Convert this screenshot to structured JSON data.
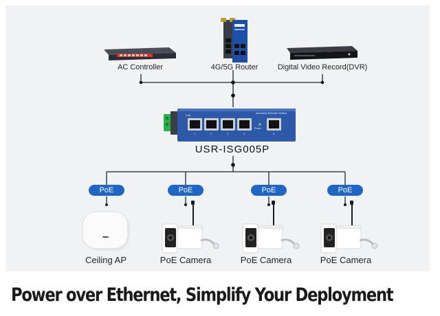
{
  "devices_top": [
    {
      "id": "ac-controller",
      "label": "AC Controller"
    },
    {
      "id": "router",
      "label": "4G/5G Router"
    },
    {
      "id": "dvr",
      "label": "Digital Video Record(DVR)"
    }
  ],
  "switch": {
    "model": "USR-ISG005P",
    "panel_text_left": "Link",
    "panel_text_right": "Industrial Ethernet Switch",
    "power_label": "Power",
    "port_numbers": [
      "1",
      "2",
      "3",
      "4",
      "5"
    ]
  },
  "poe_badge": "PoE",
  "devices_bottom": [
    {
      "id": "ceiling-ap",
      "label": "Ceiling AP"
    },
    {
      "id": "poe-camera-1",
      "label": "PoE Camera"
    },
    {
      "id": "poe-camera-2",
      "label": "PoE Camera"
    },
    {
      "id": "poe-camera-3",
      "label": "PoE Camera"
    }
  ],
  "headline": "Power over Ethernet, Simplify Your Deployment",
  "colors": {
    "background": "#f1f2f4",
    "badge": "#1f67c7",
    "switch_body": "#2e59a8",
    "router_body": "#1c4fa8",
    "line": "#222222"
  }
}
